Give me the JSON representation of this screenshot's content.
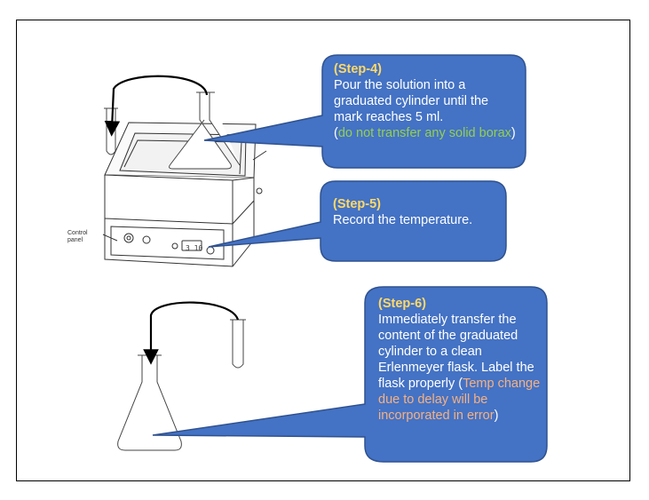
{
  "panel_label": "Control panel",
  "display_reading": "3 10",
  "colors": {
    "callout_fill": "#4472c4",
    "callout_border": "#2f528f",
    "step_title": "#ffd966",
    "note_green": "#92d050",
    "note_salmon": "#f4b183"
  },
  "step4": {
    "title": "(Step-4)",
    "text": "Pour the solution into a graduated cylinder until the mark reaches 5 ml.",
    "note_open": "(",
    "note": "do not transfer any solid borax",
    "note_close": ")"
  },
  "step5": {
    "title": "(Step-5)",
    "text": "Record the temperature."
  },
  "step6": {
    "title": "(Step-6)",
    "text": "Immediately transfer the content of the graduated cylinder to a clean Erlenmeyer flask. Label the flask properly",
    "note_open": "(",
    "note": "Temp change due to delay will be incorporated in error",
    "note_close": ")"
  }
}
